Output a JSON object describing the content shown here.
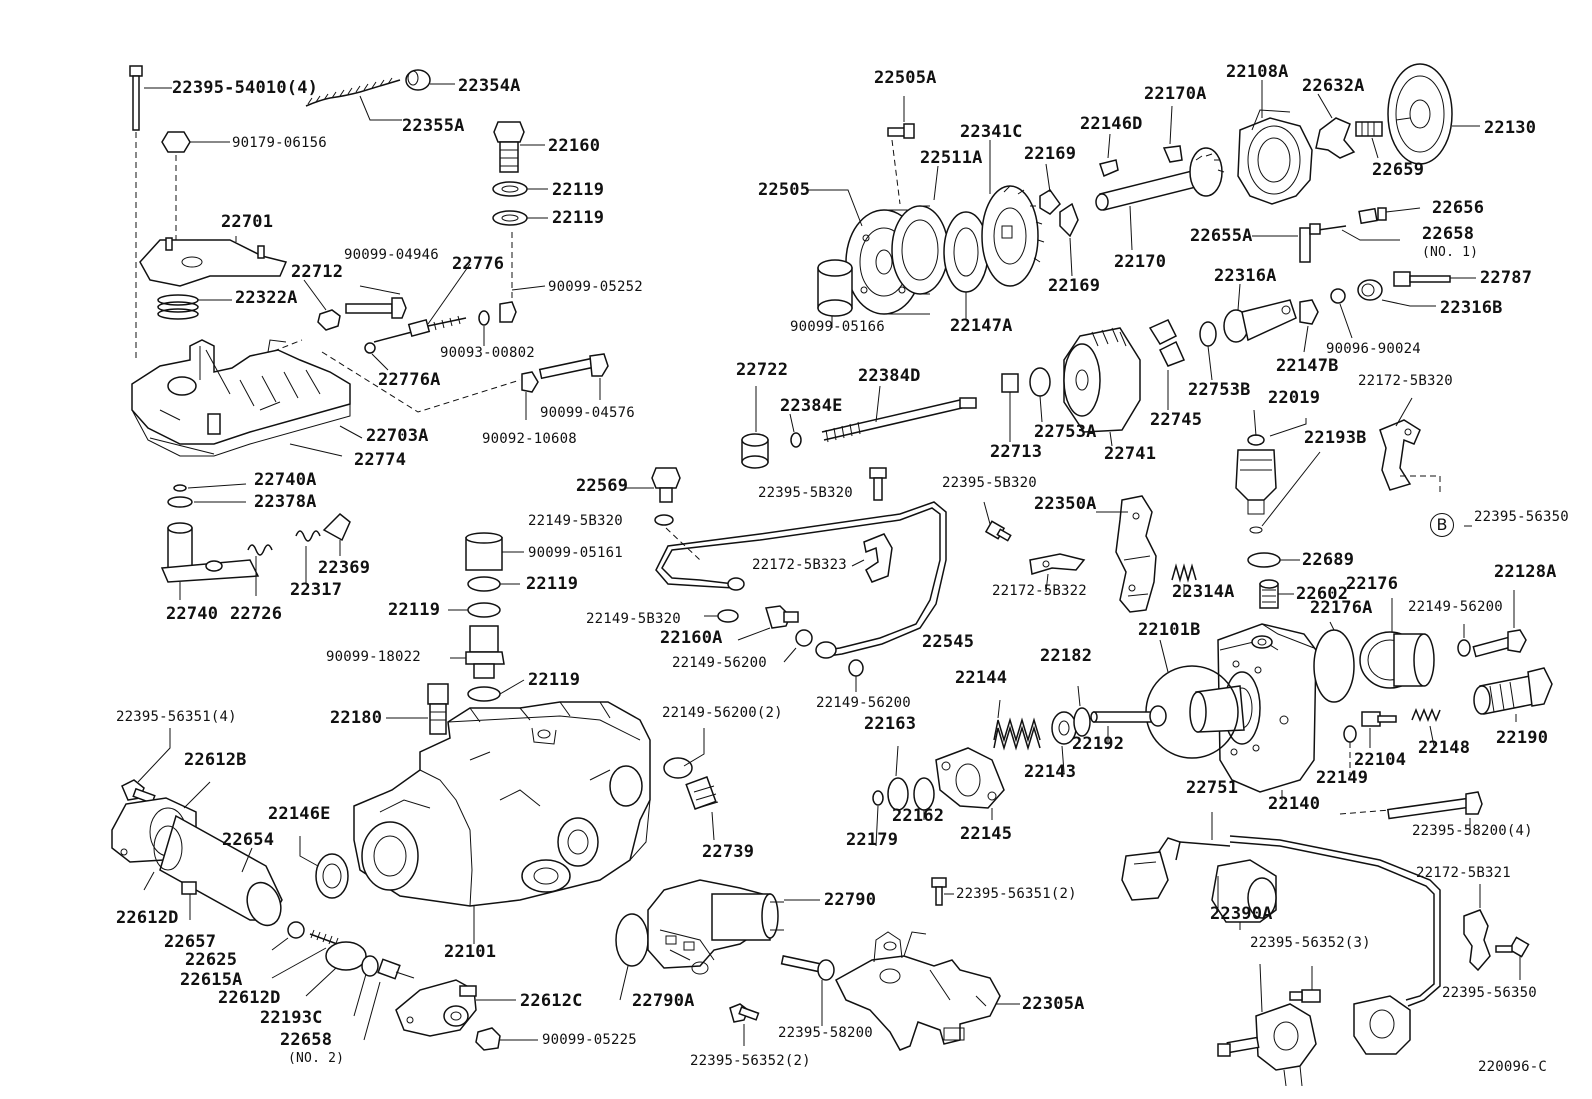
{
  "diagram_id": "220096-C",
  "callout_b": "B",
  "labels": [
    {
      "text": "22395-54010(4)"
    },
    {
      "text": "22354A"
    },
    {
      "text": "22355A"
    },
    {
      "text": "90179-06156"
    },
    {
      "text": "22160"
    },
    {
      "text": "22119"
    },
    {
      "text": "22119"
    },
    {
      "text": "22701"
    },
    {
      "text": "90099-04946"
    },
    {
      "text": "22712"
    },
    {
      "text": "22776"
    },
    {
      "text": "90099-05252"
    },
    {
      "text": "22322A"
    },
    {
      "text": "90093-00802"
    },
    {
      "text": "22776A"
    },
    {
      "text": "90099-04576"
    },
    {
      "text": "22703A"
    },
    {
      "text": "90092-10608"
    },
    {
      "text": "22774"
    },
    {
      "text": "22740A"
    },
    {
      "text": "22378A"
    },
    {
      "text": "22369"
    },
    {
      "text": "22317"
    },
    {
      "text": "22740"
    },
    {
      "text": "22726"
    },
    {
      "text": "22569"
    },
    {
      "text": "22149-5B320"
    },
    {
      "text": "90099-05161"
    },
    {
      "text": "22119"
    },
    {
      "text": "22119"
    },
    {
      "text": "90099-18022"
    },
    {
      "text": "22119"
    },
    {
      "text": "22180"
    },
    {
      "text": "22149-5B320"
    },
    {
      "text": "22160A"
    },
    {
      "text": "22149-56200"
    },
    {
      "text": "22172-5B323"
    },
    {
      "text": "22395-5B320"
    },
    {
      "text": "22395-5B320"
    },
    {
      "text": "22545"
    },
    {
      "text": "22149-56200"
    },
    {
      "text": "22149-56200(2)"
    },
    {
      "text": "22739"
    },
    {
      "text": "22395-56351(4)"
    },
    {
      "text": "22612B"
    },
    {
      "text": "22146E"
    },
    {
      "text": "22654"
    },
    {
      "text": "22612D"
    },
    {
      "text": "22657"
    },
    {
      "text": "22625"
    },
    {
      "text": "22615A"
    },
    {
      "text": "22612D"
    },
    {
      "text": "22193C"
    },
    {
      "text": "22658"
    },
    {
      "text": "(NO. 2)"
    },
    {
      "text": "22612C"
    },
    {
      "text": "22790A"
    },
    {
      "text": "90099-05225"
    },
    {
      "text": "22101"
    },
    {
      "text": "22790"
    },
    {
      "text": "22395-58200"
    },
    {
      "text": "22395-56352(2)"
    },
    {
      "text": "22305A"
    },
    {
      "text": "22395-56351(2)"
    },
    {
      "text": "22505A"
    },
    {
      "text": "22341C"
    },
    {
      "text": "22511A"
    },
    {
      "text": "22505"
    },
    {
      "text": "90099-05166"
    },
    {
      "text": "22147A"
    },
    {
      "text": "22146D"
    },
    {
      "text": "22169"
    },
    {
      "text": "22169"
    },
    {
      "text": "22170A"
    },
    {
      "text": "22170"
    },
    {
      "text": "22108A"
    },
    {
      "text": "22632A"
    },
    {
      "text": "22130"
    },
    {
      "text": "22659"
    },
    {
      "text": "22656"
    },
    {
      "text": "22655A"
    },
    {
      "text": "22658"
    },
    {
      "text": "(NO. 1)"
    },
    {
      "text": "22787"
    },
    {
      "text": "22316A"
    },
    {
      "text": "22316B"
    },
    {
      "text": "90096-90024"
    },
    {
      "text": "22147B"
    },
    {
      "text": "22753B"
    },
    {
      "text": "22745"
    },
    {
      "text": "22741"
    },
    {
      "text": "22753A"
    },
    {
      "text": "22713"
    },
    {
      "text": "22722"
    },
    {
      "text": "22384E"
    },
    {
      "text": "22384D"
    },
    {
      "text": "22172-5B320"
    },
    {
      "text": "22019"
    },
    {
      "text": "22193B"
    },
    {
      "text": "22395-56350"
    },
    {
      "text": "22350A"
    },
    {
      "text": "22172-5B322"
    },
    {
      "text": "22314A"
    },
    {
      "text": "22689"
    },
    {
      "text": "22602"
    },
    {
      "text": "22176"
    },
    {
      "text": "22176A"
    },
    {
      "text": "22128A"
    },
    {
      "text": "22149-56200"
    },
    {
      "text": "22101B"
    },
    {
      "text": "22144"
    },
    {
      "text": "22182"
    },
    {
      "text": "22163"
    },
    {
      "text": "22192"
    },
    {
      "text": "22143"
    },
    {
      "text": "22162"
    },
    {
      "text": "22179"
    },
    {
      "text": "22145"
    },
    {
      "text": "22104"
    },
    {
      "text": "22148"
    },
    {
      "text": "22190"
    },
    {
      "text": "22149"
    },
    {
      "text": "22140"
    },
    {
      "text": "22395-58200(4)"
    },
    {
      "text": "22751"
    },
    {
      "text": "22390A"
    },
    {
      "text": "22395-56352(3)"
    },
    {
      "text": "22172-5B321"
    },
    {
      "text": "22395-56350"
    }
  ]
}
